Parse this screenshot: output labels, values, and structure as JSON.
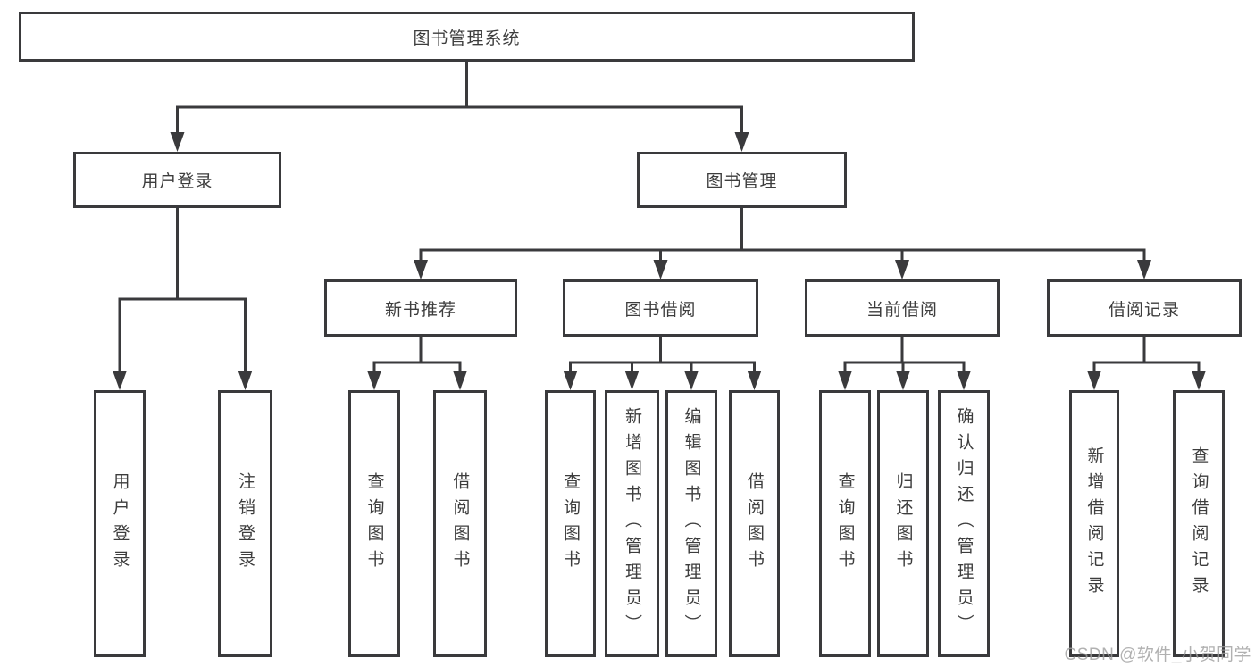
{
  "colors": {
    "background": "#ffffff",
    "line": "#3a3a3c",
    "text": "#3d3d3d",
    "watermark": "#9e9e9e"
  },
  "watermark": {
    "text": "CSDN @软件_小贺同学"
  },
  "diagram": {
    "tree": {
      "id": "system",
      "label": "图书管理系统",
      "children": [
        {
          "id": "user-login",
          "label": "用户登录",
          "children": [
            {
              "id": "login",
              "label": "用户登录"
            },
            {
              "id": "logout",
              "label": "注销登录"
            }
          ]
        },
        {
          "id": "book-mgmt",
          "label": "图书管理",
          "children": [
            {
              "id": "new-books",
              "label": "新书推荐",
              "children": [
                {
                  "id": "nb-query",
                  "label": "查询图书"
                },
                {
                  "id": "nb-borrow",
                  "label": "借阅图书"
                }
              ]
            },
            {
              "id": "borrowing",
              "label": "图书借阅",
              "children": [
                {
                  "id": "bw-query",
                  "label": "查询图书"
                },
                {
                  "id": "bw-add",
                  "label": "新增图书（管理员）"
                },
                {
                  "id": "bw-edit",
                  "label": "编辑图书（管理员）"
                },
                {
                  "id": "bw-borrow",
                  "label": "借阅图书"
                }
              ]
            },
            {
              "id": "current",
              "label": "当前借阅",
              "children": [
                {
                  "id": "cb-query",
                  "label": "查询图书"
                },
                {
                  "id": "cb-return",
                  "label": "归还图书"
                },
                {
                  "id": "cb-confirm",
                  "label": "确认归还（管理员）"
                }
              ]
            },
            {
              "id": "records",
              "label": "借阅记录",
              "children": [
                {
                  "id": "rec-add",
                  "label": "新增借阅记录"
                },
                {
                  "id": "rec-query",
                  "label": "查询借阅记录"
                }
              ]
            }
          ]
        }
      ]
    }
  }
}
